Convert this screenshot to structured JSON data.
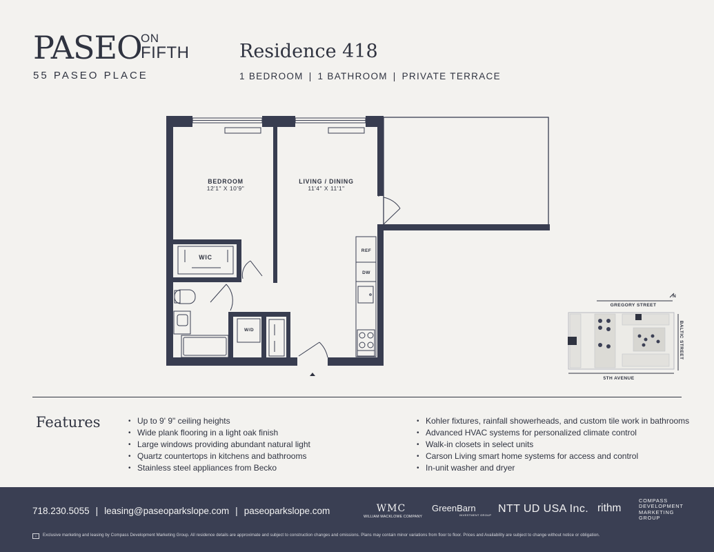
{
  "brand": {
    "name_main": "PASEO",
    "name_on": "ON",
    "name_fifth": "FIFTH",
    "address": "55 PASEO PLACE"
  },
  "residence": {
    "title": "Residence 418",
    "specs": [
      "1 BEDROOM",
      "1 BATHROOM",
      "PRIVATE TERRACE"
    ],
    "separator": "|"
  },
  "floorplan": {
    "rooms": {
      "bedroom": {
        "label": "BEDROOM",
        "dims": "12'1\" X 10'9\""
      },
      "living": {
        "label": "LIVING / DINING",
        "dims": "11'4\" X 11'1\""
      },
      "wic": "WIC",
      "washer_dryer": "W/D",
      "ref": "REF",
      "dw": "DW"
    },
    "key_plan": {
      "street_north": "GREGORY STREET",
      "street_east": "BALTIC STREET",
      "street_south": "5TH AVENUE",
      "compass": "N"
    }
  },
  "features": {
    "heading": "Features",
    "left": [
      "Up to 9' 9\" ceiling heights",
      "Wide plank flooring in a light oak finish",
      "Large windows providing abundant natural light",
      "Quartz countertops in kitchens and bathrooms",
      "Stainless steel appliances from Becko"
    ],
    "right": [
      "Kohler fixtures, rainfall showerheads, and custom tile work in bathrooms",
      "Advanced HVAC systems for personalized climate control",
      "Walk-in closets in select units",
      "Carson Living smart home systems for access and control",
      "In-unit washer and dryer"
    ]
  },
  "footer": {
    "phone": "718.230.5055",
    "email": "leasing@paseoparkslope.com",
    "website": "paseoparkslope.com",
    "separator": "|",
    "logos": {
      "wmc": "WMC",
      "wmc_sub": "WILLIAM MACKLOWE COMPANY",
      "greenbarn": "GreenBarn",
      "greenbarn_sub": "INVESTMENT GROUP",
      "ntt": "NTT UD USA Inc.",
      "rithm": "rithm",
      "compass_lines": [
        "COMPASS",
        "DEVELOPMENT",
        "MARKETING",
        "GROUP"
      ]
    },
    "eho_icon": "equal-housing-opportunity-icon",
    "disclaimer": "Exclusive marketing and leasing by Compass Development Marketing Group. All residence details are approximate and subject to construction changes and omissions. Plans may contain minor variations from floor to floor. Prices and Availability are subject to change without notice or obligation."
  },
  "colors": {
    "background": "#f3f2ef",
    "ink": "#2f3340",
    "wall": "#383d50",
    "footer": "#3a3f53"
  }
}
